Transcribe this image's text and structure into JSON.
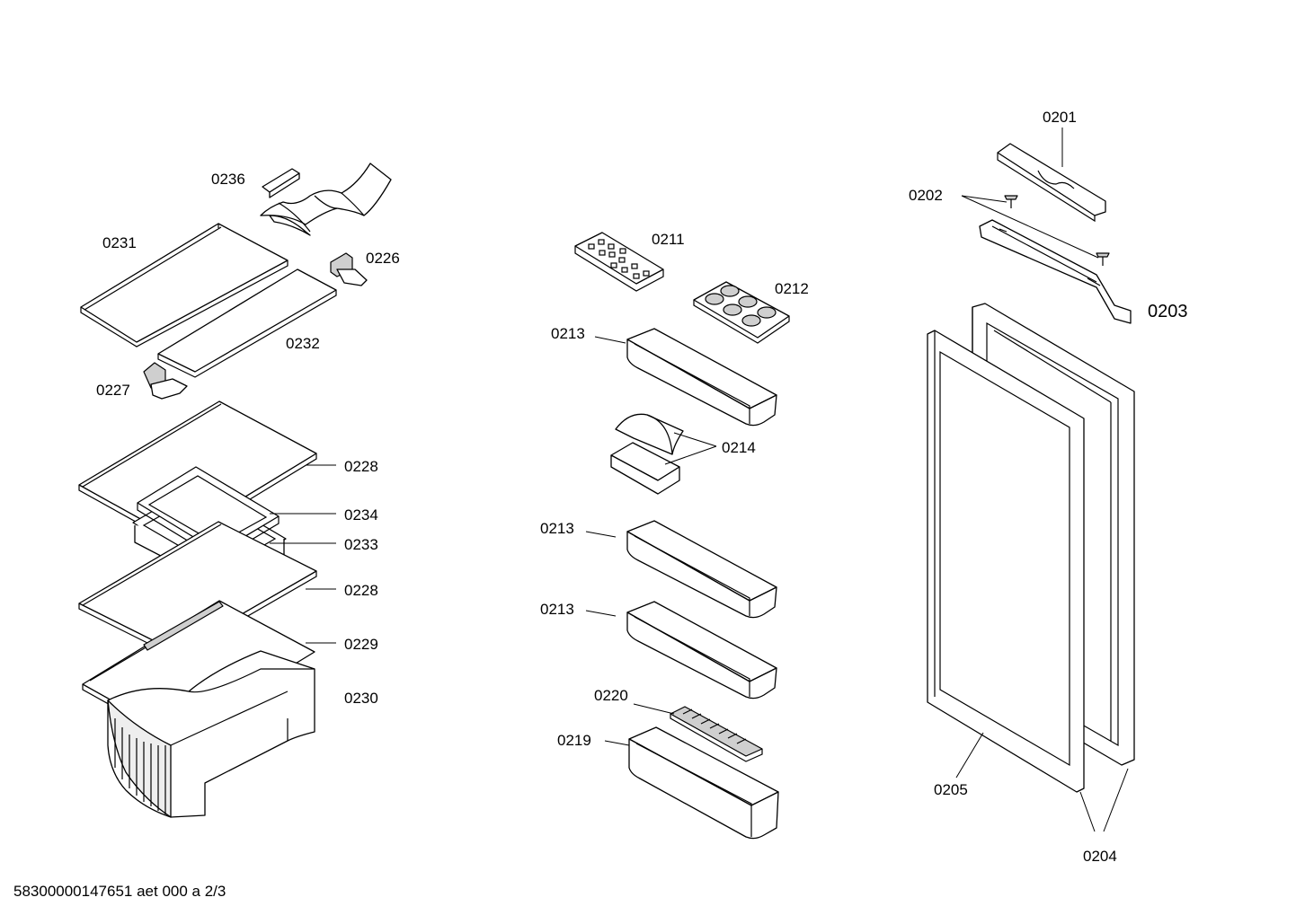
{
  "labels": {
    "l0236": "0236",
    "l0231": "0231",
    "l0226": "0226",
    "l0232": "0232",
    "l0227": "0227",
    "l0228a": "0228",
    "l0234": "0234",
    "l0233": "0233",
    "l0228b": "0228",
    "l0229": "0229",
    "l0230": "0230",
    "l0211": "0211",
    "l0212": "0212",
    "l0213a": "0213",
    "l0214": "0214",
    "l0213b": "0213",
    "l0213c": "0213",
    "l0220": "0220",
    "l0219": "0219",
    "l0201": "0201",
    "l0202": "0202",
    "l0203": "0203",
    "l0205": "0205",
    "l0204": "0204"
  },
  "footer": "58300000147651 aet 000 a 2/3"
}
